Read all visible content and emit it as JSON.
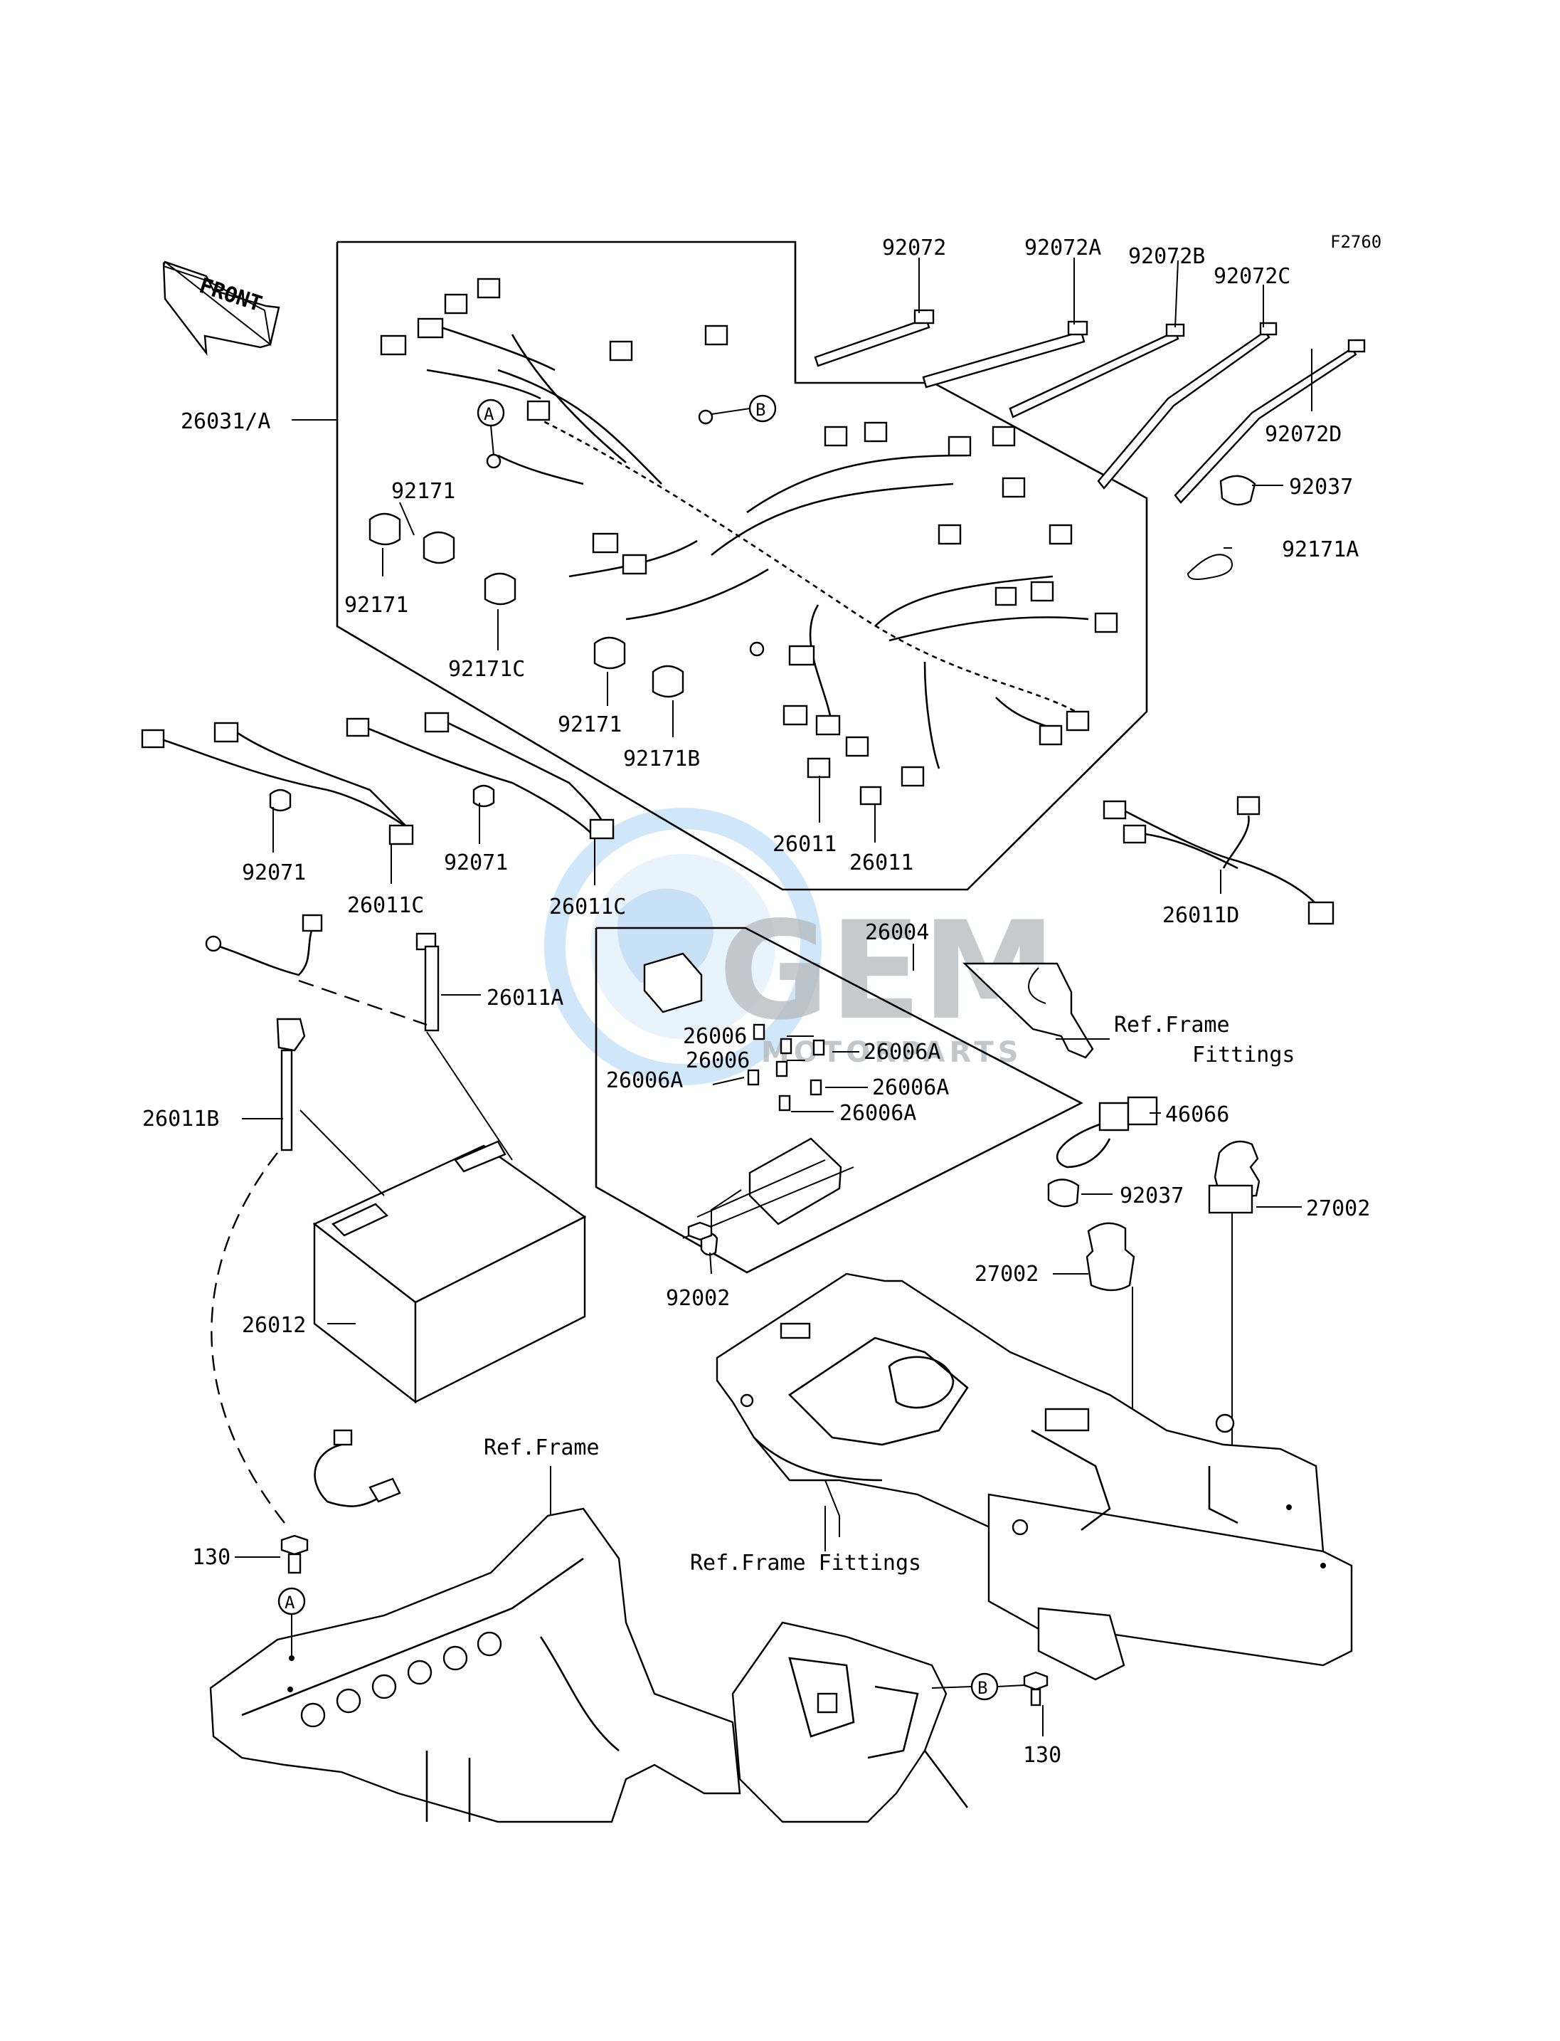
{
  "figure_code": "F2760",
  "front_label": "FRONT",
  "watermark": {
    "brand": "GEM",
    "sub": "MOTORPARTS",
    "color_blue": "#3fa0e8",
    "color_grey": "#9aa0a6"
  },
  "callouts": {
    "a": "A",
    "b": "B"
  },
  "labels": {
    "p92072": "92072",
    "p92072A": "92072A",
    "p92072B": "92072B",
    "p92072C": "92072C",
    "p92072D": "92072D",
    "p92037_top": "92037",
    "p92171A": "92171A",
    "p26031A": "26031/A",
    "p92171_a": "92171",
    "p92171_b": "92171",
    "p92171C": "92171C",
    "p92171_c": "92171",
    "p92171B": "92171B",
    "p26011_a": "26011",
    "p26011_b": "26011",
    "p92071_a": "92071",
    "p26011C_a": "26011C",
    "p92071_b": "92071",
    "p26011C_b": "26011C",
    "p26011D": "26011D",
    "p26004": "26004",
    "p26011A": "26011A",
    "ref_frame_fittings_1": "Ref.Frame",
    "ref_frame_fittings_2": "Fittings",
    "p26006_a": "26006",
    "p26006_b": "26006",
    "p26006A_a": "26006A",
    "p26006A_b": "26006A",
    "p26006A_c": "26006A",
    "p26006A_d": "26006A",
    "p26011B": "26011B",
    "p46066": "46066",
    "p92037_bot": "92037",
    "p27002_a": "27002",
    "p27002_b": "27002",
    "p92002": "92002",
    "p26012": "26012",
    "ref_frame": "Ref.Frame",
    "ref_frame_fittings_bottom": "Ref.Frame Fittings",
    "p130_a": "130",
    "p130_b": "130"
  }
}
